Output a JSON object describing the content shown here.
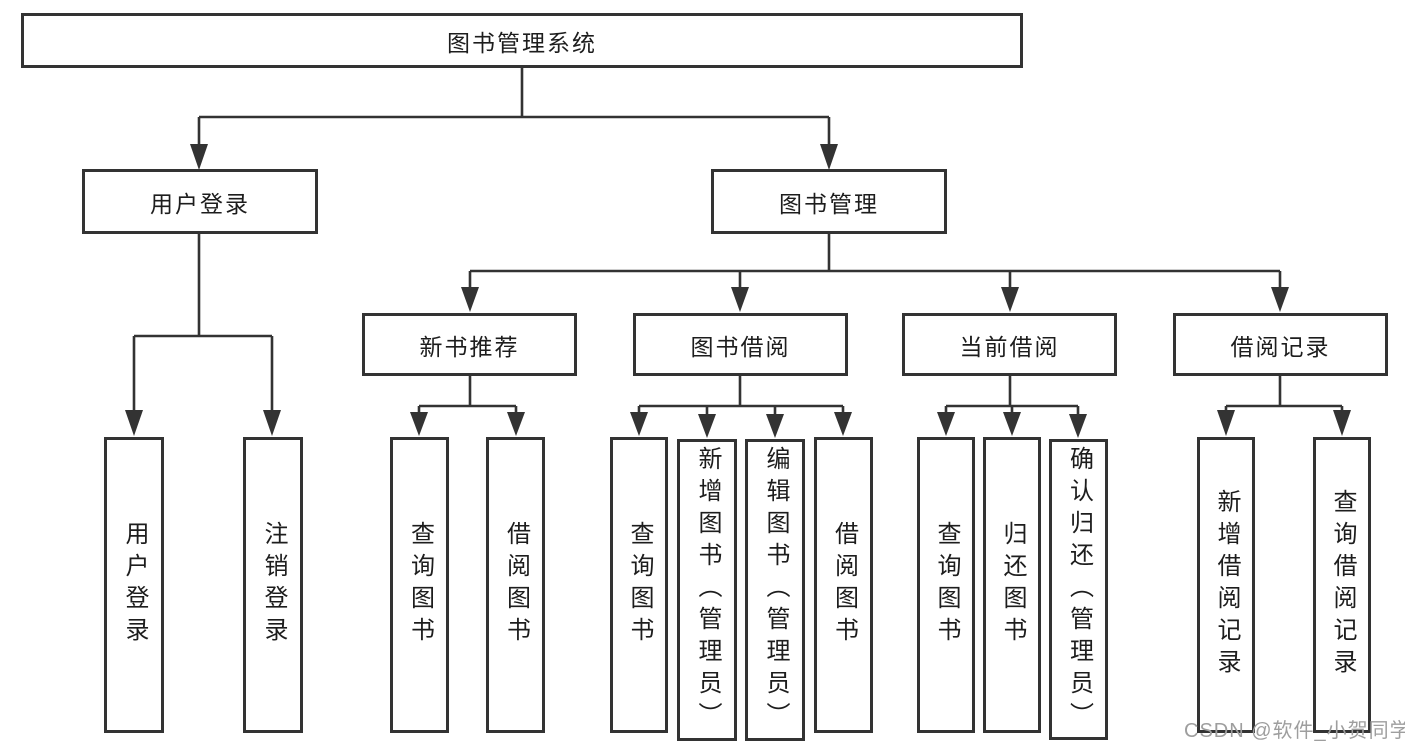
{
  "diagram": {
    "title": "图书管理系统",
    "line_color": "#333333",
    "level2": {
      "user_login": "用户登录",
      "book_management": "图书管理"
    },
    "level3": {
      "new_book_recommend": "新书推荐",
      "book_borrow": "图书借阅",
      "current_borrow": "当前借阅",
      "borrow_records": "借阅记录"
    },
    "leaves": {
      "user_login": [
        "用户登录",
        "注销登录"
      ],
      "new_book_recommend": [
        "查询图书",
        "借阅图书"
      ],
      "book_borrow": [
        "查询图书",
        "新增图书（管理员）",
        "编辑图书（管理员）",
        "借阅图书"
      ],
      "current_borrow": [
        "查询图书",
        "归还图书",
        "确认归还（管理员）"
      ],
      "borrow_records": [
        "新增借阅记录",
        "查询借阅记录"
      ]
    }
  },
  "watermark": {
    "text": "CSDN @软件_小贺同学",
    "color": "#9e9e9e"
  }
}
